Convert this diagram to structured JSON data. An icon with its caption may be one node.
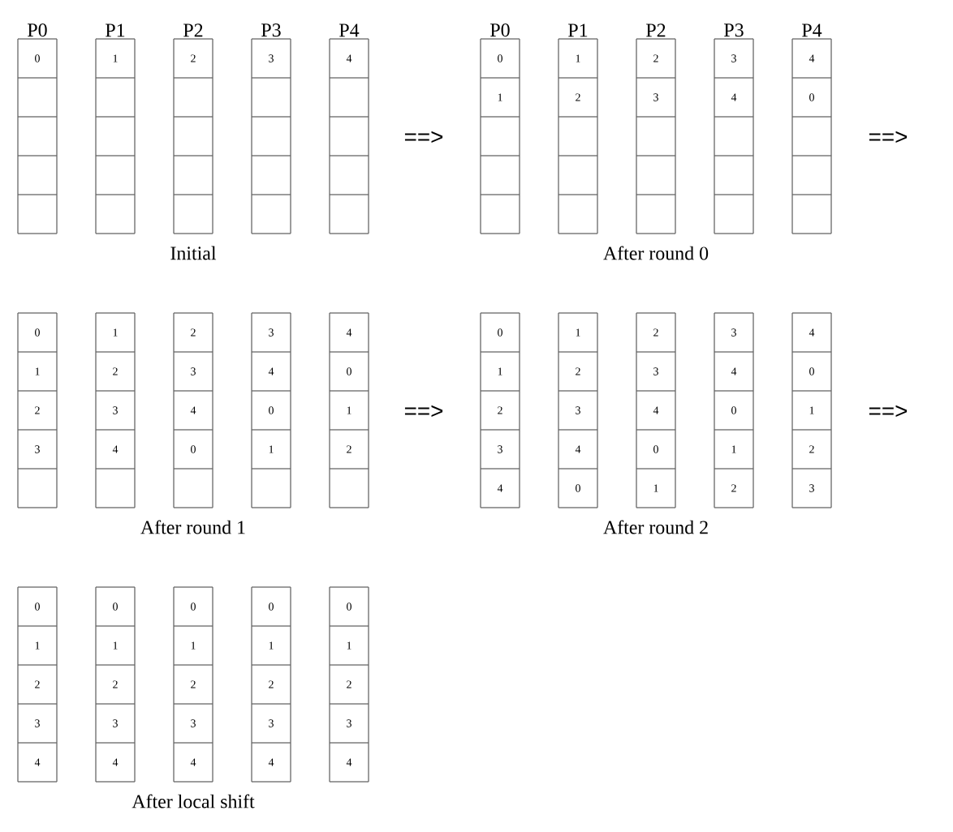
{
  "diagram": {
    "nodes": [
      {
        "text": [
          "P0"
        ]
      },
      {
        "text": [
          "0"
        ],
        "in": 0
      },
      {
        "text": [],
        "shape": "box",
        "in": 0
      },
      {
        "text": [],
        "shape": "box",
        "in": 0
      },
      {
        "text": [],
        "shape": "box",
        "in": 0
      },
      {
        "text": [],
        "shape": "box",
        "in": 0
      },
      {
        "text": [
          "P1"
        ]
      },
      {
        "text": [
          "1"
        ],
        "in": 6
      },
      {
        "text": [],
        "shape": "box",
        "in": 6
      },
      {
        "text": [],
        "shape": "box",
        "in": 6
      },
      {
        "text": [],
        "shape": "box",
        "in": 6
      },
      {
        "text": [],
        "shape": "box",
        "in": 6
      },
      {
        "text": [
          "P2"
        ]
      },
      {
        "text": [
          "2"
        ],
        "in": 12
      },
      {
        "text": [],
        "shape": "box",
        "in": 12
      },
      {
        "text": [],
        "shape": "box",
        "in": 12
      },
      {
        "text": [],
        "shape": "box",
        "in": 12
      },
      {
        "text": [],
        "shape": "box",
        "in": 12
      },
      {
        "text": [
          "P3"
        ]
      },
      {
        "text": [
          "3"
        ],
        "in": 18
      },
      {
        "text": [],
        "shape": "box",
        "in": 18
      },
      {
        "text": [],
        "shape": "box",
        "in": 18
      },
      {
        "text": [],
        "shape": "box",
        "in": 18
      },
      {
        "text": [],
        "shape": "box",
        "in": 18
      },
      {
        "text": [
          "P4"
        ]
      },
      {
        "text": [
          "4"
        ],
        "in": 24
      },
      {
        "text": [],
        "shape": "box",
        "in": 24
      },
      {
        "text": [],
        "shape": "box",
        "in": 24
      },
      {
        "text": [],
        "shape": "box",
        "in": 24
      },
      {
        "text": [],
        "shape": "box",
        "in": 24
      },
      {
        "text": [
          "P0"
        ]
      },
      {
        "text": [
          "0"
        ],
        "in": 30
      },
      {
        "text": [
          "1"
        ],
        "in": 30
      },
      {
        "text": [],
        "shape": "box",
        "in": 30
      },
      {
        "text": [],
        "shape": "box",
        "in": 30
      },
      {
        "text": [],
        "shape": "box",
        "in": 30
      },
      {
        "text": [
          "P1"
        ]
      },
      {
        "text": [
          "1"
        ],
        "in": 36
      },
      {
        "text": [
          "2"
        ],
        "in": 36
      },
      {
        "text": [],
        "shape": "box",
        "in": 36
      },
      {
        "text": [],
        "shape": "box",
        "in": 36
      },
      {
        "text": [],
        "shape": "box",
        "in": 36
      },
      {
        "text": [
          "P2"
        ]
      },
      {
        "text": [
          "2"
        ],
        "in": 42
      },
      {
        "text": [
          "3"
        ],
        "in": 42
      },
      {
        "text": [],
        "shape": "box",
        "in": 42
      },
      {
        "text": [],
        "shape": "box",
        "in": 42
      },
      {
        "text": [],
        "shape": "box",
        "in": 42
      },
      {
        "text": [
          "P3"
        ]
      },
      {
        "text": [
          "3"
        ],
        "in": 48
      },
      {
        "text": [
          "4"
        ],
        "in": 48
      },
      {
        "text": [],
        "shape": "box",
        "in": 48
      },
      {
        "text": [],
        "shape": "box",
        "in": 48
      },
      {
        "text": [],
        "shape": "box",
        "in": 48
      },
      {
        "text": [
          "P4"
        ]
      },
      {
        "text": [
          "4"
        ],
        "in": 54
      },
      {
        "text": [
          "0"
        ],
        "in": 54
      },
      {
        "text": [],
        "shape": "box",
        "in": 54
      },
      {
        "text": [],
        "shape": "box",
        "in": 54
      },
      {
        "text": [],
        "shape": "box",
        "in": 54
      },
      {
        "text": [],
        "shape": "box"
      },
      {
        "text": [
          "0"
        ],
        "in": 60
      },
      {
        "text": [
          "1"
        ],
        "in": 60
      },
      {
        "text": [
          "2"
        ],
        "in": 60
      },
      {
        "text": [
          "3"
        ],
        "in": 60
      },
      {
        "text": [],
        "shape": "box",
        "in": 60
      },
      {
        "text": [],
        "shape": "box"
      },
      {
        "text": [
          "1"
        ],
        "in": 66
      },
      {
        "text": [
          "2"
        ],
        "in": 66
      },
      {
        "text": [
          "3"
        ],
        "in": 66
      },
      {
        "text": [
          "4"
        ],
        "in": 66
      },
      {
        "text": [],
        "shape": "box",
        "in": 66
      },
      {
        "text": [],
        "shape": "box"
      },
      {
        "text": [
          "2"
        ],
        "in": 72
      },
      {
        "text": [
          "3"
        ],
        "in": 72
      },
      {
        "text": [
          "4"
        ],
        "in": 72
      },
      {
        "text": [
          "0"
        ],
        "in": 72
      },
      {
        "text": [],
        "shape": "box",
        "in": 72
      },
      {
        "text": [],
        "shape": "box"
      },
      {
        "text": [
          "3"
        ],
        "in": 78
      },
      {
        "text": [
          "4"
        ],
        "in": 78
      },
      {
        "text": [
          "0"
        ],
        "in": 78
      },
      {
        "text": [
          "1"
        ],
        "in": 78
      },
      {
        "text": [],
        "shape": "box",
        "in": 78
      },
      {
        "text": [],
        "shape": "box"
      },
      {
        "text": [
          "4"
        ],
        "in": 84
      },
      {
        "text": [
          "0"
        ],
        "in": 84
      },
      {
        "text": [
          "1"
        ],
        "in": 84
      },
      {
        "text": [
          "2"
        ],
        "in": 84
      },
      {
        "text": [],
        "shape": "box",
        "in": 84
      },
      {
        "text": [],
        "shape": "box"
      },
      {
        "text": [
          "0"
        ],
        "in": 90
      },
      {
        "text": [
          "1"
        ],
        "in": 90
      },
      {
        "text": [
          "2"
        ],
        "in": 90
      },
      {
        "text": [
          "3"
        ],
        "in": 90
      },
      {
        "text": [
          "4"
        ],
        "in": 90
      },
      {
        "text": [],
        "shape": "box"
      },
      {
        "text": [
          "1"
        ],
        "in": 96
      },
      {
        "text": [
          "2"
        ],
        "in": 96
      },
      {
        "text": [
          "3"
        ],
        "in": 96
      },
      {
        "text": [
          "4"
        ],
        "in": 96
      },
      {
        "text": [
          "0"
        ],
        "in": 96
      },
      {
        "text": [],
        "shape": "box"
      },
      {
        "text": [
          "2"
        ],
        "in": 102
      },
      {
        "text": [
          "3"
        ],
        "in": 102
      },
      {
        "text": [
          "4"
        ],
        "in": 102
      },
      {
        "text": [
          "0"
        ],
        "in": 102
      },
      {
        "text": [
          "1"
        ],
        "in": 102
      },
      {
        "text": [],
        "shape": "box"
      },
      {
        "text": [
          "3"
        ],
        "in": 108
      },
      {
        "text": [
          "4"
        ],
        "in": 108
      },
      {
        "text": [
          "0"
        ],
        "in": 108
      },
      {
        "text": [
          "1"
        ],
        "in": 108
      },
      {
        "text": [
          "2"
        ],
        "in": 108
      },
      {
        "text": [],
        "shape": "box"
      },
      {
        "text": [
          "4"
        ],
        "in": 114
      },
      {
        "text": [
          "0"
        ],
        "in": 114
      },
      {
        "text": [
          "1"
        ],
        "in": 114
      },
      {
        "text": [
          "2"
        ],
        "in": 114
      },
      {
        "text": [
          "3"
        ],
        "in": 114
      },
      {
        "text": [],
        "shape": "box"
      },
      {
        "text": [
          "0"
        ],
        "in": 120
      },
      {
        "text": [
          "1"
        ],
        "in": 120
      },
      {
        "text": [
          "2"
        ],
        "in": 120
      },
      {
        "text": [
          "3"
        ],
        "in": 120
      },
      {
        "text": [
          "4"
        ],
        "in": 120
      },
      {
        "text": [],
        "shape": "box"
      },
      {
        "text": [
          "0"
        ],
        "in": 126
      },
      {
        "text": [
          "1"
        ],
        "in": 126
      },
      {
        "text": [
          "2"
        ],
        "in": 126
      },
      {
        "text": [
          "3"
        ],
        "in": 126
      },
      {
        "text": [
          "4"
        ],
        "in": 126
      },
      {
        "text": [],
        "shape": "box"
      },
      {
        "text": [
          "0"
        ],
        "in": 132
      },
      {
        "text": [
          "1"
        ],
        "in": 132
      },
      {
        "text": [
          "2"
        ],
        "in": 132
      },
      {
        "text": [
          "3"
        ],
        "in": 132
      },
      {
        "text": [
          "4"
        ],
        "in": 132
      },
      {
        "text": [],
        "shape": "box"
      },
      {
        "text": [
          "0"
        ],
        "in": 138
      },
      {
        "text": [
          "1"
        ],
        "in": 138
      },
      {
        "text": [
          "2"
        ],
        "in": 138
      },
      {
        "text": [
          "3"
        ],
        "in": 138
      },
      {
        "text": [
          "4"
        ],
        "in": 138
      },
      {
        "text": [],
        "shape": "box"
      },
      {
        "text": [
          "0"
        ],
        "in": 144
      },
      {
        "text": [
          "1"
        ],
        "in": 144
      },
      {
        "text": [
          "2"
        ],
        "in": 144
      },
      {
        "text": [
          "3"
        ],
        "in": 144
      },
      {
        "text": [
          "4"
        ],
        "in": 144
      }
    ],
    "labels": [
      "Initial",
      "==>",
      "After round 0",
      "==>",
      "After round 1",
      "==>",
      "After round 2",
      "==>",
      "After local shift"
    ]
  }
}
